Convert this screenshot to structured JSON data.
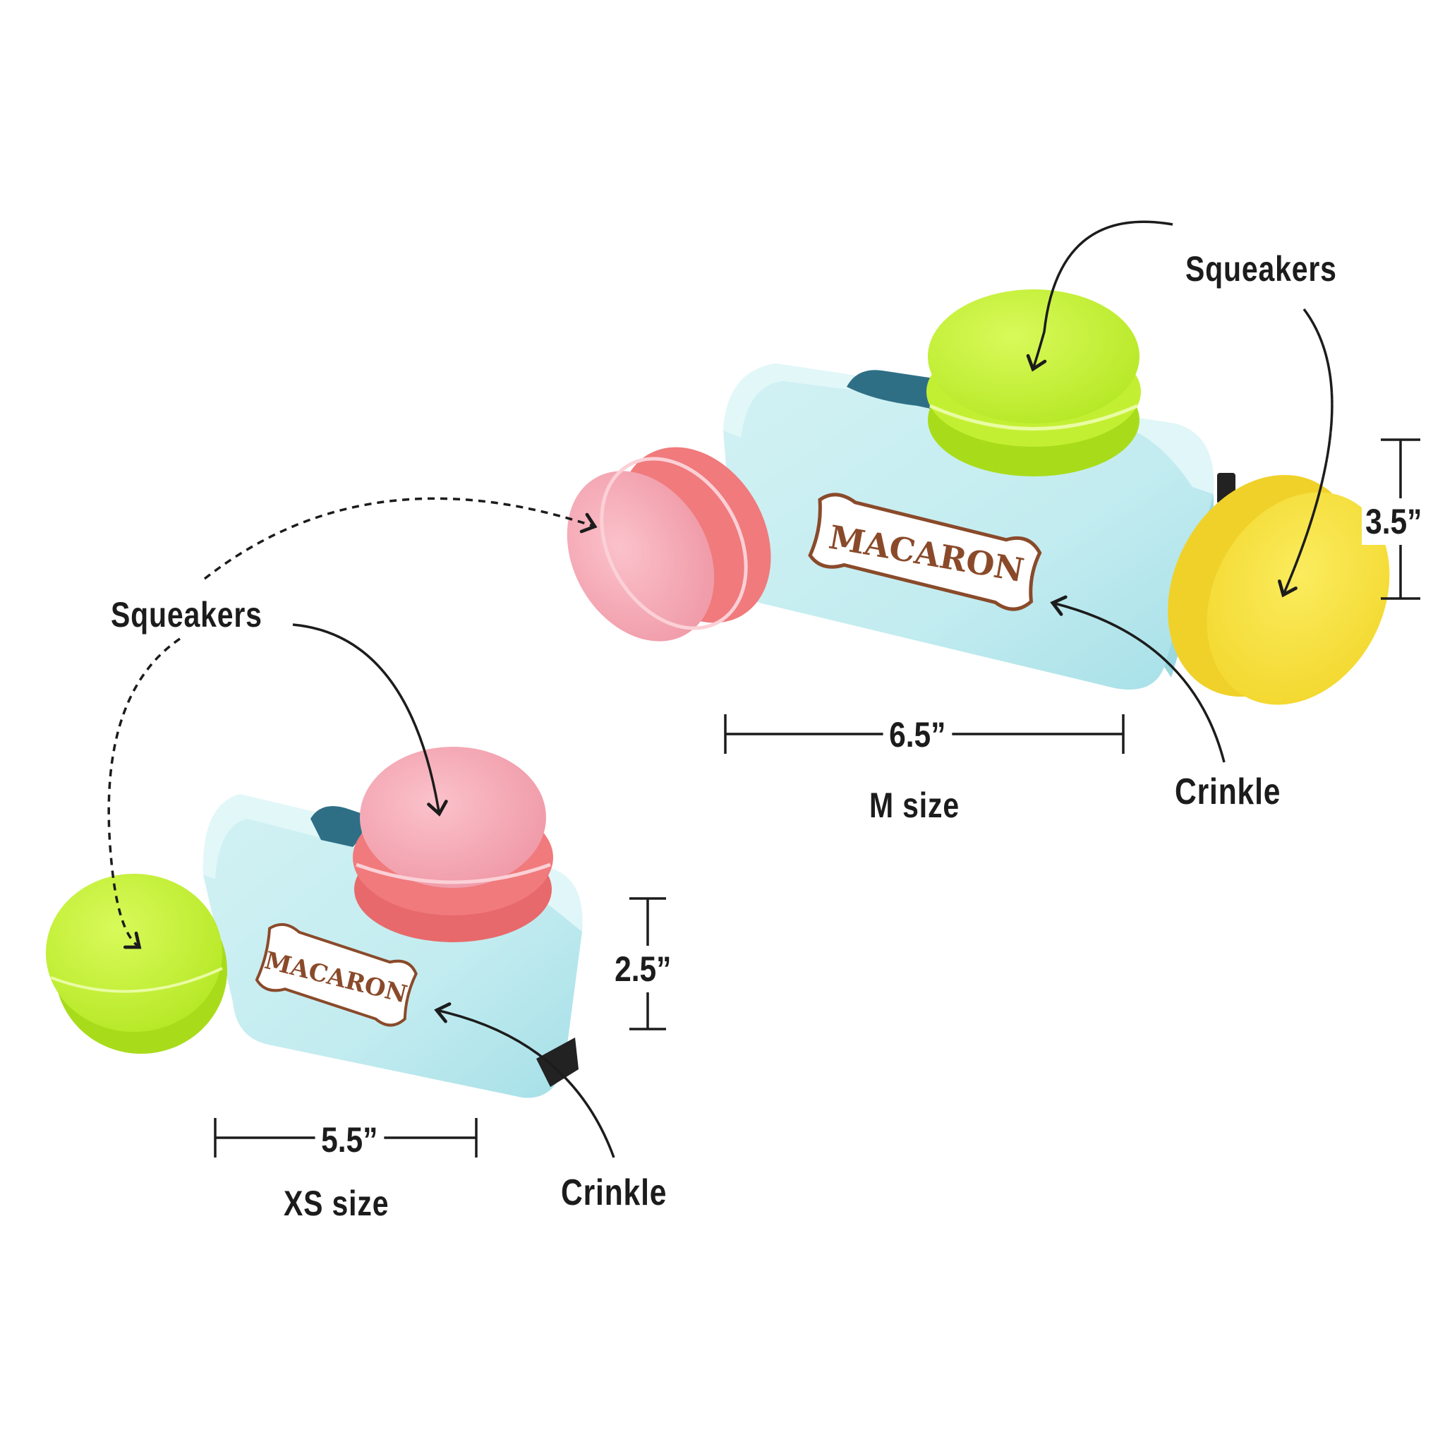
{
  "medium": {
    "top_callout": "Squeakers",
    "side_callout": "Squeakers",
    "crinkle_callout": "Crinkle",
    "width_dim": "6.5”",
    "height_dim": "3.5”",
    "size_label": "M size",
    "brand": "MACARON"
  },
  "xs": {
    "crinkle_callout": "Crinkle",
    "width_dim": "5.5”",
    "height_dim": "2.5”",
    "size_label": "XS size",
    "brand": "MACARON"
  },
  "colors": {
    "box": "#bfe9ee",
    "box_side": "#a9dfe6",
    "pink": "#f4a3b0",
    "coral": "#f07a7c",
    "lime": "#c6f23c",
    "yellow": "#f7e23a",
    "ink": "#1c1c1c",
    "brand_brown": "#8a4a2a"
  }
}
